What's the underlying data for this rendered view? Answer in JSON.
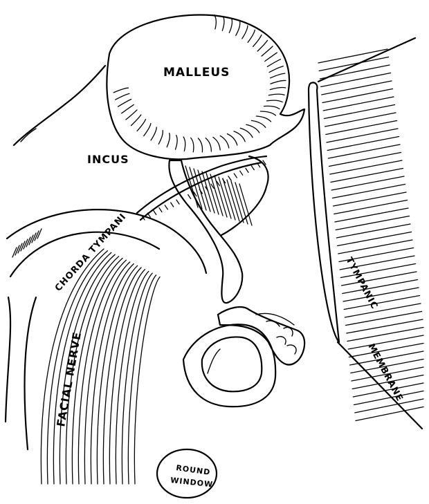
{
  "labels": {
    "malleus": "MALLEUS",
    "incus": "INCUS",
    "chorda_tympani": "CHORDA TYMPANI",
    "facial_nerve": "FACIAL NERVE",
    "tympanic_membrane_1": "TYMPANIC",
    "tympanic_membrane_2": "MEMBRANE",
    "round_window_1": "ROUND",
    "round_window_2": "WINDOW"
  },
  "colors": {
    "ink": "#000000",
    "paper": "#ffffff"
  }
}
